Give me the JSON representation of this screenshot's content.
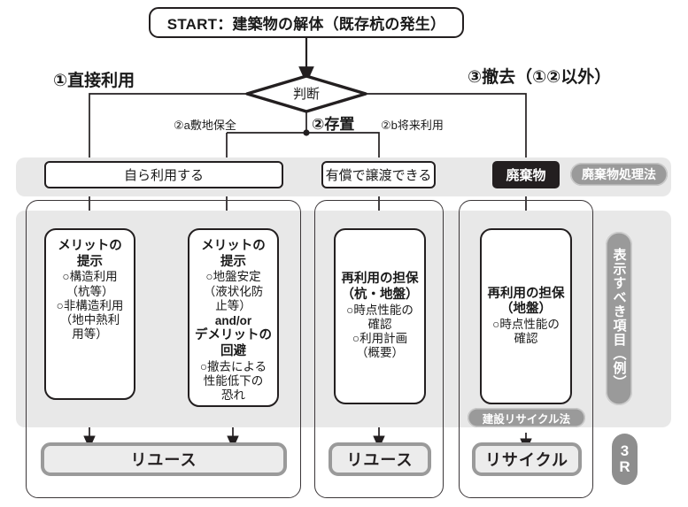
{
  "diagram": {
    "title_node": "START：建築物の解体（既存杭の発生）",
    "decision": "判断",
    "branches": {
      "left": "①直接利用",
      "center": "②存置",
      "right": "③撤去（①②以外）",
      "sub_left": "②a敷地保全",
      "sub_right": "②b将来利用"
    },
    "row_nodes": [
      {
        "label": "自ら利用する",
        "style": "white"
      },
      {
        "label": "有償で譲渡できる",
        "style": "white"
      },
      {
        "label": "廃棄物",
        "style": "dark"
      }
    ],
    "law_pills": [
      {
        "label": "廃棄物処理法"
      },
      {
        "label": "建設リサイクル法"
      }
    ],
    "cards": [
      {
        "heading": "メリットの\n提示",
        "head_line1": "メリットの",
        "head_line2": "提示",
        "items": [
          "○構造利用",
          "（杭等）",
          "○非構造利用",
          "（地中熱利",
          "用等）"
        ]
      },
      {
        "head_line1": "メリットの",
        "head_line2": "提示",
        "items": [
          "○地盤安定",
          "（液状化防",
          "止等）"
        ],
        "connector": "and/or",
        "head2_line1": "デメリットの",
        "head2_line2": "回避",
        "items2": [
          "○撤去による",
          "性能低下の",
          "恐れ"
        ]
      },
      {
        "head_line1": "再利用の担保",
        "head_line2": "（杭・地盤）",
        "items": [
          "○時点性能の",
          "確認",
          "○利用計画",
          "（概要）"
        ]
      },
      {
        "head_line1": "再利用の担保",
        "head_line2": "（地盤）",
        "items": [
          "○時点性能の",
          "確認"
        ]
      }
    ],
    "results": [
      {
        "label": "リユース"
      },
      {
        "label": "リユース"
      },
      {
        "label": "リサイクル"
      }
    ],
    "side_label": "表示すべき項目（例）",
    "side_badge_line1": "3",
    "side_badge_line2": "R"
  },
  "colors": {
    "ink": "#231f20",
    "band": "#e8e8e8",
    "gray_pill": "#9a9a9a",
    "result_fill": "#ececec",
    "result_border": "#9a9a9a"
  }
}
